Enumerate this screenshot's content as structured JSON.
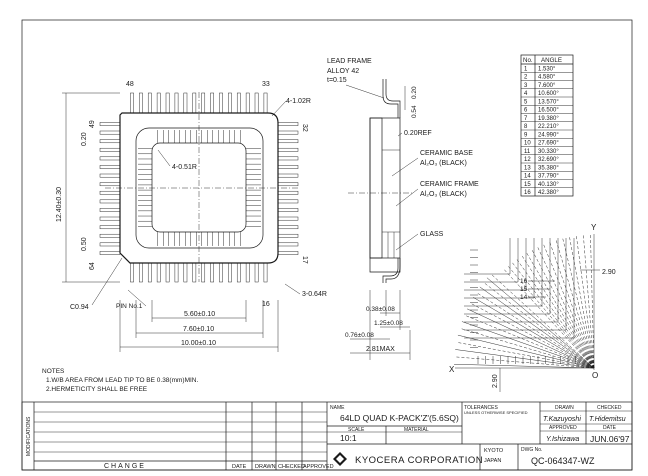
{
  "drawing": {
    "notes": {
      "heading": "NOTES",
      "items": [
        "1.W/B AREA FROM LEAD TIP TO BE 0.38(mm)MIN.",
        "2.HERMETICITY SHALL BE FREE"
      ]
    },
    "top_view": {
      "pins": {
        "p48": "48",
        "p33": "33",
        "p49": "49",
        "p32": "32",
        "p64": "64",
        "p17": "17",
        "p16": "16",
        "pin1": "PIN No.1"
      },
      "dims": {
        "corner_r": "4-1.02R",
        "cavity_r": "4-0.51R",
        "lead_r": "3-0.64R",
        "body": "12.40±0.30",
        "pitch_top": "0.20",
        "pitch_bottom": "0.50",
        "chamfer": "C0.94",
        "d560": "5.60±0.10",
        "d760": "7.60±0.10",
        "d1000": "10.00±0.10"
      }
    },
    "side_view": {
      "lead_frame": "LEAD FRAME",
      "alloy": "ALLOY 42",
      "thickness": "t=0.15",
      "d020": "0.20",
      "d054": "0.54",
      "d020ref": "0.20REF",
      "ceramic_base": "CERAMIC BASE",
      "ceramic_base_mat": "Al₂O₃ (BLACK)",
      "ceramic_frame": "CERAMIC FRAME",
      "ceramic_frame_mat": "Al₂O₃ (BLACK)",
      "glass": "GLASS",
      "d038": "0.38±0.08",
      "d125": "1.25±0.08",
      "d076": "0.76±0.08",
      "d281": "2.81MAX"
    },
    "angle_table": {
      "headers": [
        "No.",
        "ANGLE"
      ],
      "rows": [
        [
          "1",
          "1.530°"
        ],
        [
          "2",
          "4.580°"
        ],
        [
          "3",
          "7.600°"
        ],
        [
          "4",
          "10.600°"
        ],
        [
          "5",
          "13.570°"
        ],
        [
          "6",
          "16.500°"
        ],
        [
          "7",
          "19.380°"
        ],
        [
          "8",
          "22.210°"
        ],
        [
          "9",
          "24.990°"
        ],
        [
          "10",
          "27.690°"
        ],
        [
          "11",
          "30.330°"
        ],
        [
          "12",
          "32.690°"
        ],
        [
          "13",
          "35.380°"
        ],
        [
          "14",
          "37.790°"
        ],
        [
          "15",
          "40.130°"
        ],
        [
          "16",
          "42.380°"
        ]
      ]
    },
    "fan_view": {
      "y": "Y",
      "x": "X",
      "o": "O",
      "dim_right": "2.90",
      "dim_bottom": "2.90",
      "l16": "16",
      "l15": "15",
      "l14": "14"
    },
    "title_block": {
      "modifications": "MODIFICATIONS",
      "change": "CHANGE",
      "date": "DATE",
      "drawn": "DRAWN",
      "checked": "CHECKED",
      "approved": "APPROVED",
      "name_label": "NAME",
      "name": "64LD QUAD K-PACK'Z'(5.6SQ)",
      "scale_label": "SCALE",
      "scale": "10:1",
      "material_label": "MATERIAL",
      "tolerances": "TOLERANCES",
      "tol_note": "UNLESS OTHERWISE SPECIFIED",
      "drawn_h": "DRAWN",
      "checked_h": "CHECKED",
      "approved_h": "APPROVED",
      "date_h": "DATE",
      "sig1": "T.Kazuyoshi",
      "sig2": "T.Hidemitsu",
      "sig3": "Y.Ishizawa",
      "date_val": "JUN.06'97",
      "company": "KYOCERA  CORPORATION",
      "kyoto": "KYOTO",
      "japan": "JAPAN",
      "dwg_label": "DWG No.",
      "dwg_no": "QC-064347-WZ"
    }
  }
}
